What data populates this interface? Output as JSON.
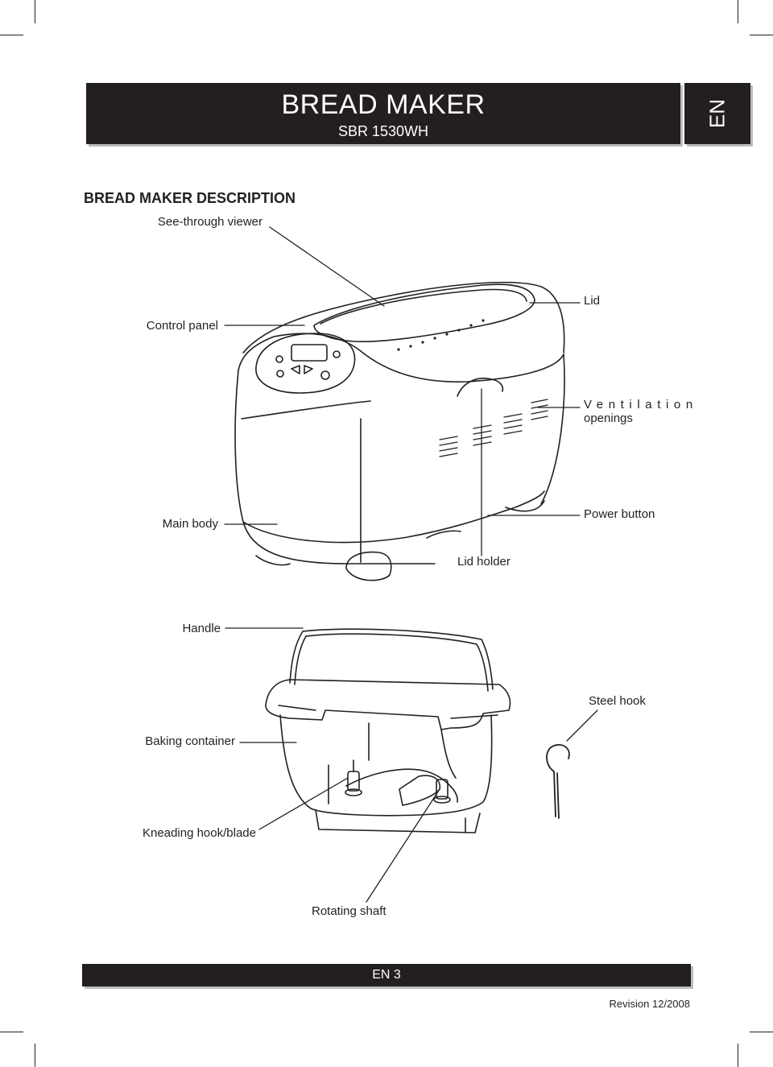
{
  "header": {
    "title": "BREAD MAKER",
    "model": "SBR 1530WH",
    "language_tab": "EN"
  },
  "section": {
    "title": "BREAD MAKER DESCRIPTION"
  },
  "labels": {
    "see_through_viewer": "See-through viewer",
    "control_panel": "Control panel",
    "lid": "Lid",
    "ventilation": "Ventilation",
    "openings": "openings",
    "main_body": "Main body",
    "power_button": "Power button",
    "lid_holder": "Lid holder",
    "handle": "Handle",
    "steel_hook": "Steel hook",
    "baking_container": "Baking container",
    "kneading_hook": "Kneading hook/blade",
    "rotating_shaft": "Rotating shaft"
  },
  "footer": {
    "page": "EN 3",
    "revision": "Revision 12/2008"
  }
}
